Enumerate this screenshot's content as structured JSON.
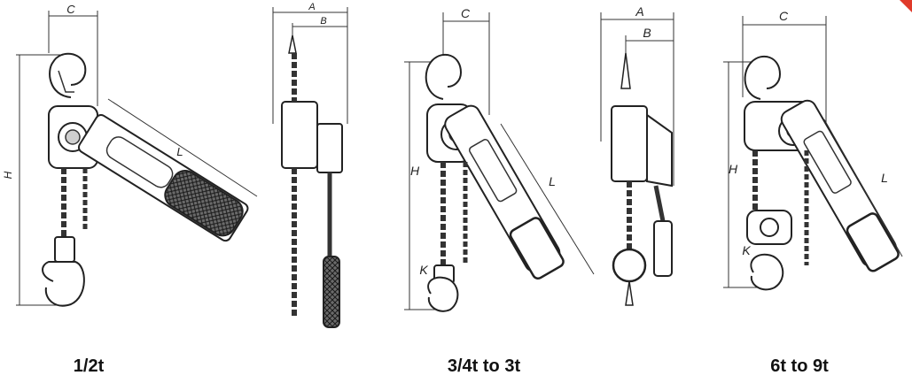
{
  "figures": [
    {
      "caption": "1/2t",
      "views": {
        "front": {
          "labels": {
            "c": "C",
            "h": "H",
            "l": "L"
          }
        },
        "side": {
          "labels": {
            "a": "A",
            "b": "B"
          }
        }
      }
    },
    {
      "caption": "3/4t to 3t",
      "views": {
        "front": {
          "labels": {
            "c": "C",
            "h": "H",
            "l": "L",
            "k": "K"
          }
        },
        "side": {
          "labels": {
            "a": "A",
            "b": "B"
          }
        }
      }
    },
    {
      "caption": "6t to 9t",
      "views": {
        "front": {
          "labels": {
            "c": "C",
            "h": "H",
            "l": "L",
            "k": "K"
          }
        }
      }
    }
  ]
}
